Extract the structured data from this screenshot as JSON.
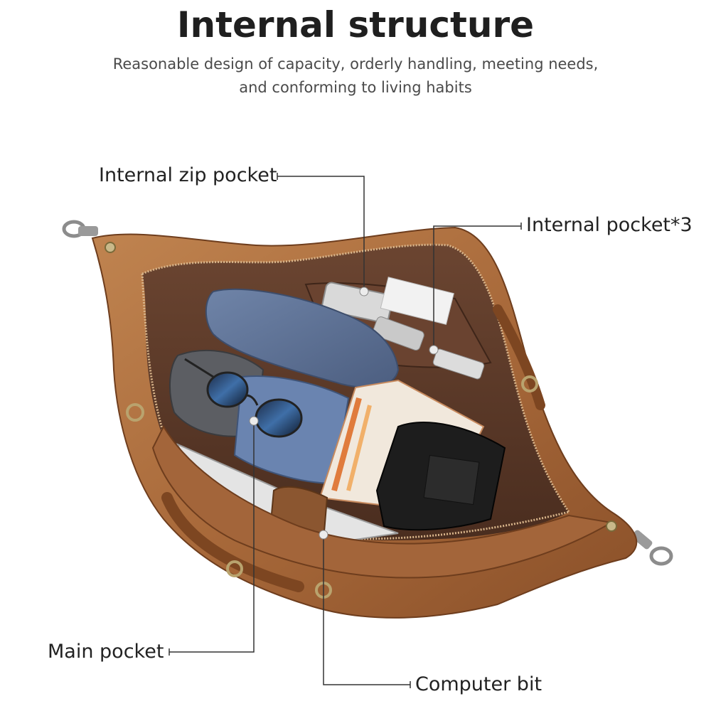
{
  "header": {
    "title": "Internal structure",
    "subtitle_line1": "Reasonable design of capacity, orderly handling, meeting needs,",
    "subtitle_line2": "and conforming to living habits"
  },
  "callouts": {
    "internal_zip_pocket": "Internal zip pocket",
    "internal_pocket_3": "Internal pocket*3",
    "main_pocket": "Main pocket",
    "computer_bit": "Computer bit"
  },
  "colors": {
    "leather": "#a8693a",
    "leather_dark": "#7d4621",
    "lining": "#5e3a28",
    "denim": "#5b6f94",
    "line": "#333333"
  }
}
